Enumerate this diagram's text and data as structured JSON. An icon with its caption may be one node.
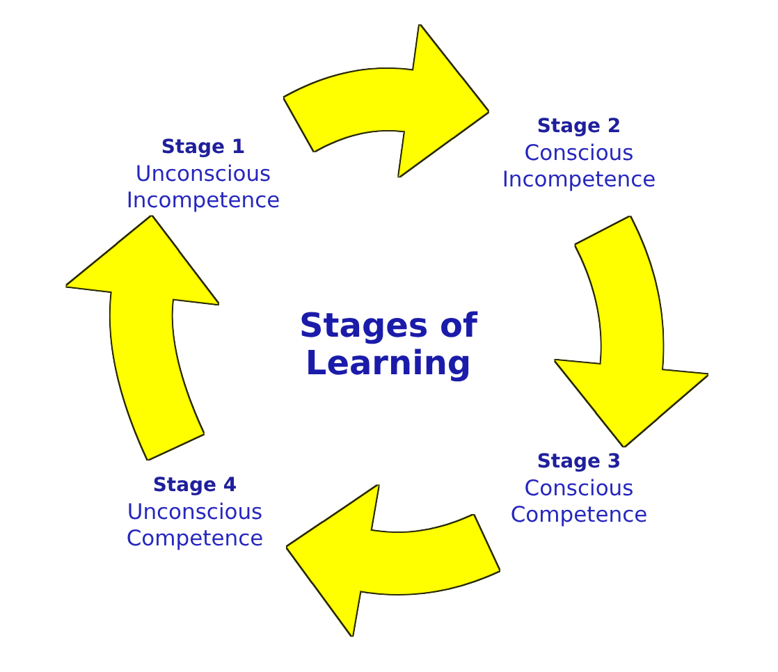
{
  "diagram": {
    "title": "Stages of Learning",
    "nodes": [
      {
        "text": [
          "Stage 1",
          "Unconscious Incompetence"
        ]
      },
      {
        "text": [
          "Stage 2",
          "Conscious Incompetence"
        ]
      },
      {
        "text": [
          "Stage 3",
          "Conscious Competence"
        ]
      },
      {
        "text": [
          "Stage 4",
          "Unconscious Competence"
        ]
      }
    ],
    "edges": [
      {
        "from": 0,
        "to": 1,
        "arrow": "to"
      },
      {
        "from": 1,
        "to": 2,
        "arrow": "to"
      },
      {
        "from": 2,
        "to": 3,
        "arrow": "to"
      },
      {
        "from": 3,
        "to": 0,
        "arrow": "to"
      }
    ]
  }
}
